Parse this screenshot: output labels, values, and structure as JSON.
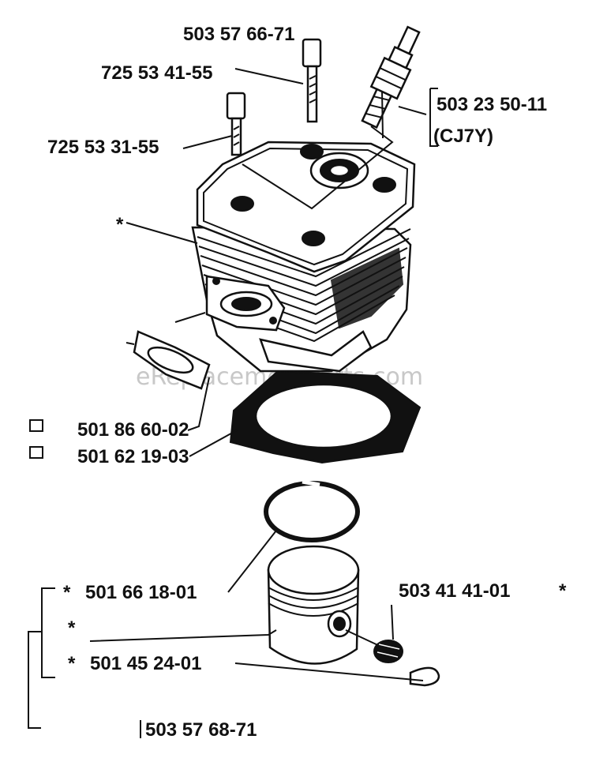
{
  "watermark": "eReplacementParts.com",
  "labels": {
    "screw_top": "503 57 66-71",
    "screw_upper": "725 53 41-55",
    "screw_lower": "725 53 31-55",
    "spark_plug": "503 23 50-11",
    "spark_plug_type": "(CJ7Y)",
    "cylinder_star": "*",
    "gasket_small": "501 86 60-02",
    "gasket_large": "501 62 19-03",
    "ring_star": "*",
    "ring": "501 66 18-01",
    "piston_star": "*",
    "pin_star": "*",
    "pin": "501 45 24-01",
    "bearing": "503 41 41-01",
    "bearing_star": "*",
    "kit": "503 57 68-71"
  },
  "markers": {
    "gasket_small": "□",
    "gasket_large": "□"
  }
}
